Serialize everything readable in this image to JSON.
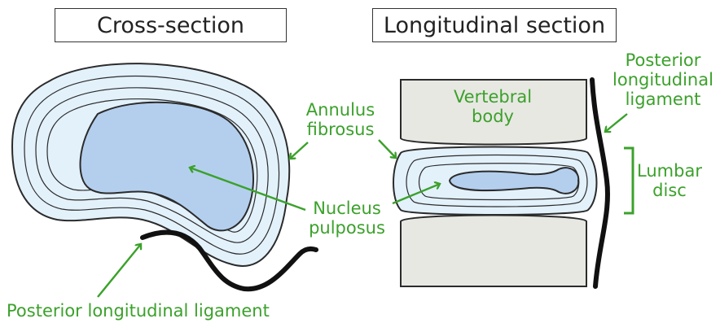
{
  "titles": {
    "cross_section": "Cross-section",
    "longitudinal_section": "Longitudinal section"
  },
  "labels": {
    "annulus_fibrosus": [
      "Annulus",
      "fibrosus"
    ],
    "nucleus_pulposus": [
      "Nucleus",
      "pulposus"
    ],
    "vertebral_body": [
      "Vertebral",
      "body"
    ],
    "posterior_ligament_right": [
      "Posterior",
      "longitudinal",
      "ligament"
    ],
    "lumbar_disc": [
      "Lumbar",
      "disc"
    ],
    "posterior_ligament_bottom": "Posterior longitudinal ligament"
  },
  "colors": {
    "label_green": "#3ba12b",
    "disc_light_blue": "#e3f1fb",
    "nucleus_blue": "#b4cfee",
    "bone_gray": "#e8e8e3",
    "outline": "#2b2b2b"
  }
}
